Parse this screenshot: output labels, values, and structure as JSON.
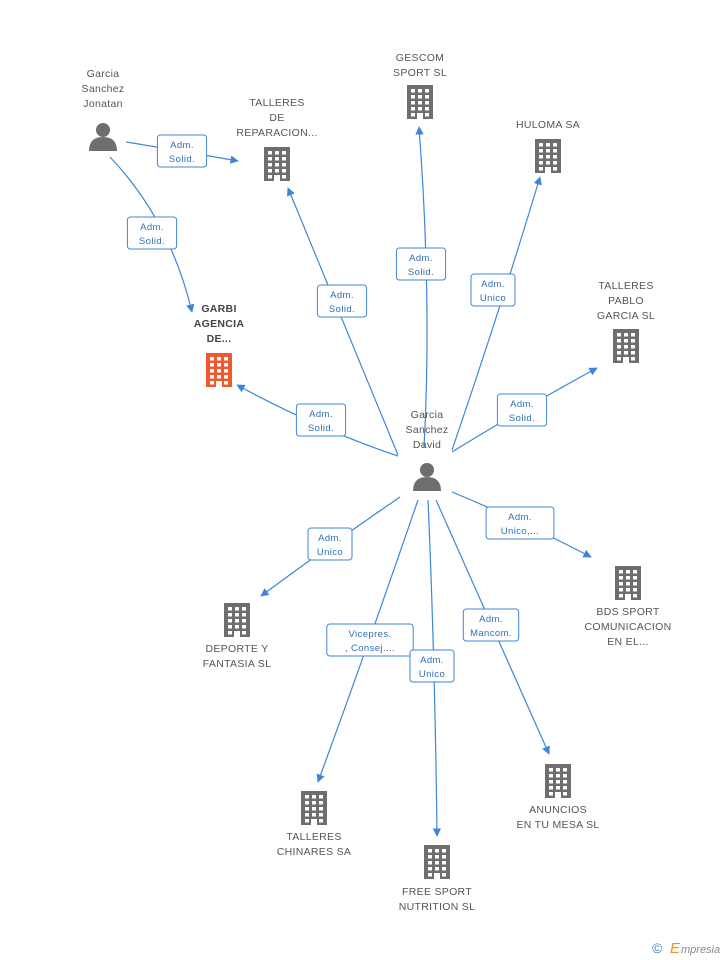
{
  "colors": {
    "edge": "#3f86d9",
    "company": "#6e6e6e",
    "company_focus": "#ee5a2f",
    "person": "#6e6e6e",
    "badge_text": "#2f6fb6",
    "logo_accent": "#f28c1e"
  },
  "nodes": {
    "jonatan": {
      "type": "person",
      "lines": [
        "Garcia",
        "Sanchez",
        "Jonatan"
      ],
      "icon": "person-icon"
    },
    "david": {
      "type": "person",
      "lines": [
        "Garcia",
        "Sanchez",
        "David"
      ],
      "icon": "person-icon"
    },
    "talleres_reparacion": {
      "type": "company",
      "lines": [
        "TALLERES",
        "DE",
        "REPARACION..."
      ],
      "icon": "building-icon"
    },
    "gescom": {
      "type": "company",
      "lines": [
        "GESCOM",
        "SPORT SL"
      ],
      "icon": "building-icon"
    },
    "huloma": {
      "type": "company",
      "lines": [
        "HULOMA SA"
      ],
      "icon": "building-icon"
    },
    "garbi": {
      "type": "company",
      "focus": true,
      "lines": [
        "GARBI",
        "AGENCIA",
        "DE..."
      ],
      "icon": "building-icon"
    },
    "talleres_pablo": {
      "type": "company",
      "lines": [
        "TALLERES",
        "PABLO",
        "GARCIA SL"
      ],
      "icon": "building-icon"
    },
    "bds": {
      "type": "company",
      "lines": [
        "BDS SPORT",
        "COMUNICACION",
        "EN EL..."
      ],
      "icon": "building-icon"
    },
    "deporte": {
      "type": "company",
      "lines": [
        "DEPORTE Y",
        "FANTASIA SL"
      ],
      "icon": "building-icon"
    },
    "chinares": {
      "type": "company",
      "lines": [
        "TALLERES",
        "CHINARES SA"
      ],
      "icon": "building-icon"
    },
    "free_sport": {
      "type": "company",
      "lines": [
        "FREE SPORT",
        "NUTRITION SL"
      ],
      "icon": "building-icon"
    },
    "anuncios": {
      "type": "company",
      "lines": [
        "ANUNCIOS",
        "EN TU MESA SL"
      ],
      "icon": "building-icon"
    }
  },
  "relations": [
    {
      "from": "jonatan",
      "to": "talleres_reparacion",
      "label": [
        "Adm.",
        "Solid."
      ]
    },
    {
      "from": "jonatan",
      "to": "garbi",
      "label": [
        "Adm.",
        "Solid."
      ]
    },
    {
      "from": "david",
      "to": "talleres_reparacion",
      "label": [
        "Adm.",
        "Solid."
      ]
    },
    {
      "from": "david",
      "to": "gescom",
      "label": [
        "Adm.",
        "Solid."
      ]
    },
    {
      "from": "david",
      "to": "huloma",
      "label": [
        "Adm.",
        "Unico"
      ]
    },
    {
      "from": "david",
      "to": "garbi",
      "label": [
        "Adm.",
        "Solid."
      ]
    },
    {
      "from": "david",
      "to": "talleres_pablo",
      "label": [
        "Adm.",
        "Solid."
      ]
    },
    {
      "from": "david",
      "to": "bds",
      "label": [
        "Adm.",
        "Unico,..."
      ]
    },
    {
      "from": "david",
      "to": "deporte",
      "label": [
        "Adm.",
        "Unico"
      ]
    },
    {
      "from": "david",
      "to": "chinares",
      "label": [
        "Vicepres.",
        ", Consej...."
      ]
    },
    {
      "from": "david",
      "to": "free_sport",
      "label": [
        "Adm.",
        "Unico"
      ]
    },
    {
      "from": "david",
      "to": "anuncios",
      "label": [
        "Adm.",
        "Mancom."
      ]
    }
  ],
  "footer": {
    "copyright": "©",
    "brand_initial": "E",
    "brand_rest": "mpresia"
  }
}
